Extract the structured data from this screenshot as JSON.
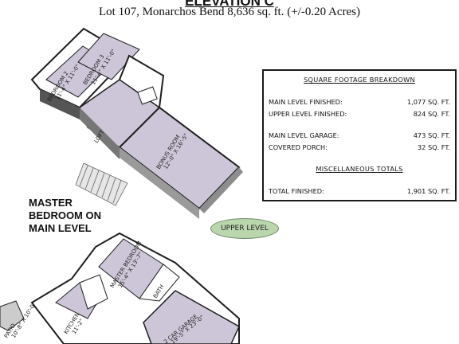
{
  "header": {
    "title": "ELEVATION C",
    "subtitle": "Lot 107, Monarchos Bend   8,636 sq. ft. (+/-0.20 Acres)"
  },
  "upper_plan": {
    "rooms": [
      {
        "name": "BEDROOM 2",
        "dims": "11'-4\" X 11'-0\""
      },
      {
        "name": "BEDROOM 3",
        "dims": "11'-4\" X 11'-0\""
      },
      {
        "name": "LOFT",
        "dims": ""
      },
      {
        "name": "BONUS ROOM",
        "dims": "12'-0\" X 16'-5\""
      }
    ],
    "level_label": "UPPER LEVEL"
  },
  "lower_plan": {
    "rooms": [
      {
        "name": "MASTER BEDROOM",
        "dims": "15'-4\" X 13'-7\""
      },
      {
        "name": "BATH",
        "dims": ""
      },
      {
        "name": "2 CAR GARAGE",
        "dims": "19'-5\" X 23'-0\""
      },
      {
        "name": "KITCHEN",
        "dims": "11'-2\""
      },
      {
        "name": "PATIO",
        "dims": "10'-8\" X 10'-0\""
      }
    ]
  },
  "note": [
    "MASTER",
    "BEDROOM ON",
    "MAIN LEVEL"
  ],
  "sqft_table": {
    "heading": "SQUARE FOOTAGE BREAKDOWN",
    "rows": [
      {
        "label": "MAIN LEVEL FINISHED:",
        "value": "1,077 SQ. FT."
      },
      {
        "label": "UPPER LEVEL FINISHED:",
        "value": "824 SQ. FT."
      },
      {
        "label": "MAIN LEVEL GARAGE:",
        "value": "473 SQ. FT."
      },
      {
        "label": "COVERED PORCH:",
        "value": "32 SQ. FT."
      }
    ],
    "misc_heading": "MISCELLANEOUS TOTALS",
    "total": {
      "label": "TOTAL FINISHED:",
      "value": "1,901 SQ. FT."
    }
  },
  "colors": {
    "floor": "#cdc6d8",
    "wall": "#1e1e1e",
    "badge": "#b9d6ad"
  }
}
